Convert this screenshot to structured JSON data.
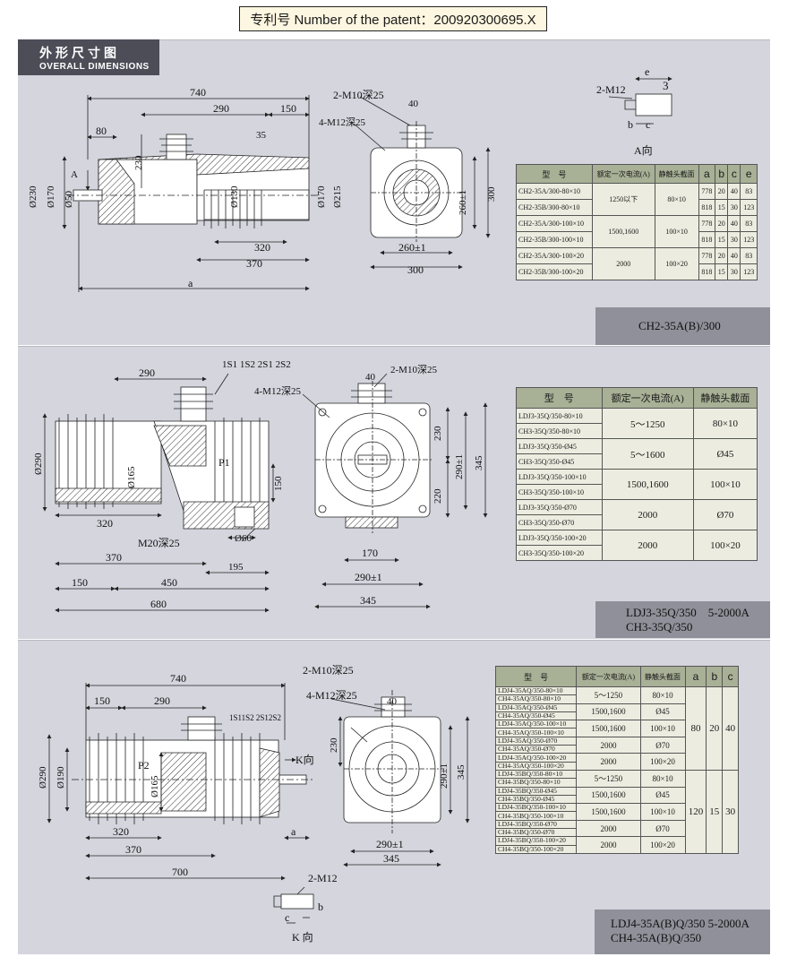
{
  "patent": {
    "text": "专利号 Number of the patent：200920300695.X"
  },
  "header": {
    "cn": "外形尺寸图",
    "en": "OVERALL DIMENSIONS"
  },
  "colors": {
    "panel": "#d4d5dd",
    "header": "#4d4d58",
    "table_header": "#a8b096",
    "table_body": "#ecede0",
    "model_label": "#8f9099"
  },
  "section1": {
    "model_label": "CH2-35A(B)/300",
    "dims": {
      "d740": "740",
      "d290": "290",
      "d150": "150",
      "d80": "80",
      "d230v": "230",
      "d35": "35",
      "dA": "A",
      "d230": "Ø230",
      "d170": "Ø170",
      "d50": "Ø50",
      "d130": "Ø130",
      "d170b": "Ø170",
      "d215": "Ø215",
      "d320": "320",
      "d370": "370",
      "da": "a",
      "m10": "2-M10深25",
      "m12": "4-M12深25",
      "d40": "40",
      "d260v": "260±1",
      "d300v": "300",
      "d260h": "260±1",
      "d300h": "300",
      "m12b": "2-M12",
      "de": "e",
      "d3": "3",
      "db": "b",
      "dc": "c",
      "aview": "A向"
    },
    "table": {
      "headers": [
        "型　号",
        "额定一次电流(A)",
        "静触头截面",
        "a",
        "b",
        "c",
        "e"
      ],
      "rows": [
        {
          "model": "CH2-35A/300-80×10",
          "current": "1250以下",
          "section": "80×10",
          "a": "778",
          "b": "20",
          "c": "40",
          "e": "83"
        },
        {
          "model": "CH2-35B/300-80×10",
          "a": "818",
          "b": "15",
          "c": "30",
          "e": "123"
        },
        {
          "model": "CH2-35A/300-100×10",
          "current": "1500,1600",
          "section": "100×10",
          "a": "778",
          "b": "20",
          "c": "40",
          "e": "83"
        },
        {
          "model": "CH2-35B/300-100×10",
          "a": "818",
          "b": "15",
          "c": "30",
          "e": "123"
        },
        {
          "model": "CH2-35A/300-100×20",
          "current": "2000",
          "section": "100×20",
          "a": "778",
          "b": "20",
          "c": "40",
          "e": "83"
        },
        {
          "model": "CH2-35B/300-100×20",
          "a": "818",
          "b": "15",
          "c": "30",
          "e": "123"
        }
      ]
    }
  },
  "section2": {
    "model_label_1": "LDJ3-35Q/350　5-2000A",
    "model_label_2": "CH3-35Q/350",
    "dims": {
      "d290": "290",
      "s12": "1S1 1S2 2S1 2S2",
      "m12": "4-M12深25",
      "m10": "2-M10深25",
      "d40": "40",
      "d290v": "Ø290",
      "d165": "Ø165",
      "p1": "P1",
      "d150v": "150",
      "d320": "320",
      "m20": "M20深25",
      "d60": "Ø60",
      "d370": "370",
      "d195": "195",
      "d150": "150",
      "d450": "450",
      "d680": "680",
      "d230": "230",
      "d220": "220",
      "d290pm": "290±1",
      "d345v": "345",
      "d170": "170",
      "d290pmh": "290±1",
      "d345h": "345"
    },
    "table": {
      "headers": [
        "型　号",
        "额定一次电流(A)",
        "静触头截面"
      ],
      "rows": [
        {
          "m1": "LDJ3-35Q/350-80×10",
          "m2": "CH3-35Q/350-80×10",
          "current": "5～1250",
          "section": "80×10"
        },
        {
          "m1": "LDJ3-35Q/350-Ø45",
          "m2": "CH3-35Q/350-Ø45",
          "current": "5～1600",
          "section": "Ø45"
        },
        {
          "m1": "LDJ3-35Q/350-100×10",
          "m2": "CH3-35Q/350-100×10",
          "current": "1500,1600",
          "section": "100×10"
        },
        {
          "m1": "LDJ3-35Q/350-Ø70",
          "m2": "CH3-35Q/350-Ø70",
          "current": "2000",
          "section": "Ø70"
        },
        {
          "m1": "LDJ3-35Q/350-100×20",
          "m2": "CH3-35Q/350-100×20",
          "current": "2000",
          "section": "100×20"
        }
      ]
    }
  },
  "section3": {
    "model_label_1": "LDJ4-35A(B)Q/350 5-2000A",
    "model_label_2": "CH4-35A(B)Q/350",
    "dims": {
      "d740": "740",
      "d150": "150",
      "d290": "290",
      "s12": "1S11S2 2S12S2",
      "m10": "2-M10深25",
      "m12": "4-M12深25",
      "d40": "40",
      "d230v": "230",
      "d290v": "Ø290",
      "d190": "Ø190",
      "p2": "P2",
      "d165": "Ø165",
      "kview": "K向",
      "d320": "320",
      "d370": "370",
      "da": "a",
      "d700": "700",
      "d290pm": "290±1",
      "d345v": "345",
      "d290pmh": "290±1",
      "d345h": "345",
      "m12b": "2-M12",
      "dc": "c",
      "db": "b",
      "kview2": "K 向"
    },
    "table": {
      "headers": [
        "型　号",
        "额定一次电流(A)",
        "静触头截面",
        "a",
        "b",
        "c"
      ],
      "groupA": {
        "a": "80",
        "b": "20",
        "c": "40"
      },
      "groupB": {
        "a": "120",
        "b": "15",
        "c": "30"
      },
      "rows": [
        {
          "m1": "LDJ4-35AQ/350-80×10",
          "m2": "CH4-35AQ/350-80×10",
          "current": "5～1250",
          "section": "80×10"
        },
        {
          "m1": "LDJ4-35AQ/350-Ø45",
          "m2": "CH4-35AQ/350-Ø45",
          "current": "1500,1600",
          "section": "Ø45"
        },
        {
          "m1": "LDJ4-35AQ/350-100×10",
          "m2": "CH4-35AQ/350-100×10",
          "current": "1500,1600",
          "section": "100×10"
        },
        {
          "m1": "LDJ4-35AQ/350-Ø70",
          "m2": "CH4-35AQ/350-Ø70",
          "current": "2000",
          "section": "Ø70"
        },
        {
          "m1": "LDJ4-35AQ/350-100×20",
          "m2": "CH4-35AQ/350-100×20",
          "current": "2000",
          "section": "100×20"
        },
        {
          "m1": "LDJ4-35BQ/350-80×10",
          "m2": "CH4-35BQ/350-80×10",
          "current": "5～1250",
          "section": "80×10"
        },
        {
          "m1": "LDJ4-35BQ/350-Ø45",
          "m2": "CH4-35BQ/350-Ø45",
          "current": "1500,1600",
          "section": "Ø45"
        },
        {
          "m1": "LDJ4-35BQ/350-100×10",
          "m2": "CH4-35BQ/350-100×10",
          "current": "1500,1600",
          "section": "100×10"
        },
        {
          "m1": "LDJ4-35BQ/350-Ø70",
          "m2": "CH4-35BQ/350-Ø70",
          "current": "2000",
          "section": "Ø70"
        },
        {
          "m1": "LDJ4-35BQ/350-100×20",
          "m2": "CH4-35BQ/350-100×20",
          "current": "2000",
          "section": "100×20"
        }
      ]
    }
  }
}
